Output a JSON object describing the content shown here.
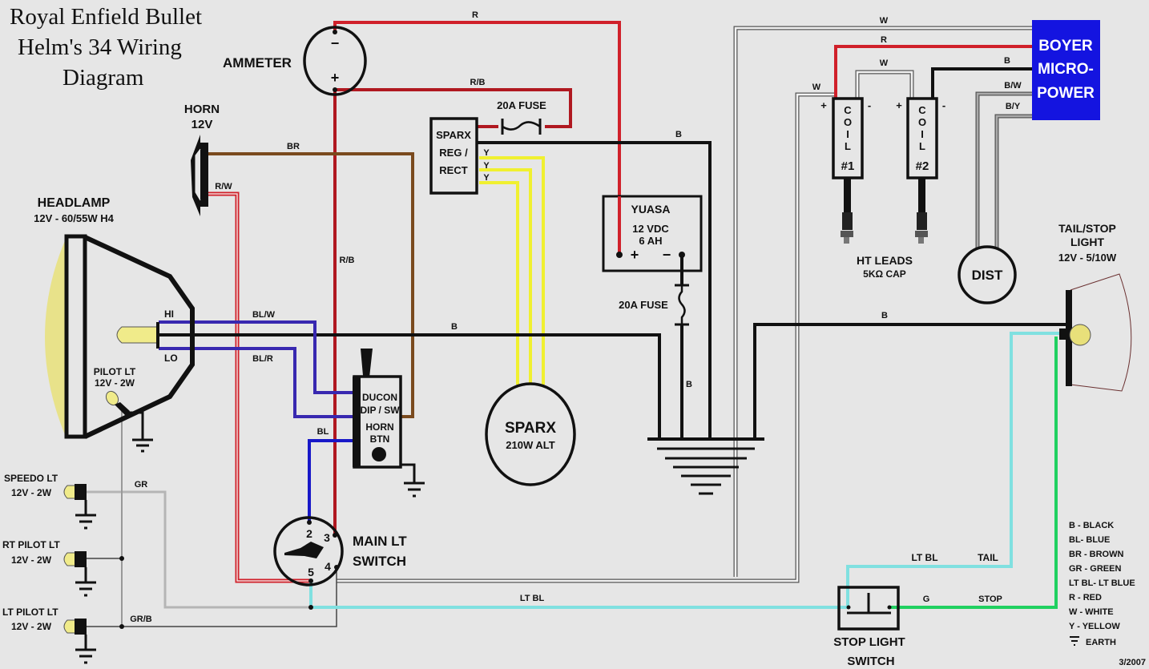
{
  "title": {
    "line1": "Royal Enfield Bullet",
    "line2": "Helm's 34 Wiring",
    "line3": "Diagram"
  },
  "components": {
    "ammeter": {
      "label": "AMMETER",
      "minus": "−",
      "plus": "+"
    },
    "horn": {
      "line1": "HORN",
      "line2": "12V"
    },
    "headlamp": {
      "line1": "HEADLAMP",
      "line2": "12V - 60/55W H4",
      "hi": "HI",
      "lo": "LO"
    },
    "pilot_lt": {
      "line1": "PILOT LT",
      "line2": "12V - 2W"
    },
    "regulator": {
      "line1": "SPARX",
      "line2": "REG /",
      "line3": "RECT"
    },
    "fuse_top": {
      "label": "20A FUSE"
    },
    "battery": {
      "line1": "YUASA",
      "line2": "12 VDC",
      "line3": "6 AH",
      "plus": "+",
      "minus": "−"
    },
    "fuse_battery": {
      "label": "20A FUSE"
    },
    "alternator": {
      "line1": "SPARX",
      "line2": "210W ALT"
    },
    "dip_switch": {
      "line1": "DUCON",
      "line2": "DIP / SW",
      "line3": "HORN",
      "line4": "BTN"
    },
    "main_switch": {
      "line1": "MAIN LT",
      "line2": "SWITCH",
      "terminals": [
        "2",
        "3",
        "4",
        "5"
      ]
    },
    "speedo_lt": {
      "line1": "SPEEDO LT",
      "line2": "12V - 2W"
    },
    "rt_pilot_lt": {
      "line1": "RT PILOT LT",
      "line2": "12V - 2W"
    },
    "lt_pilot_lt": {
      "line1": "LT PILOT LT",
      "line2": "12V - 2W"
    },
    "boyer": {
      "line1": "BOYER",
      "line2": "MICRO-",
      "line3": "POWER",
      "color": "#1414e0"
    },
    "coil1": {
      "letters": [
        "C",
        "O",
        "I",
        "L"
      ],
      "num": "#1",
      "plus": "+",
      "minus": "-"
    },
    "coil2": {
      "letters": [
        "C",
        "O",
        "I",
        "L"
      ],
      "num": "#2",
      "plus": "+",
      "minus": "-"
    },
    "ht_leads": {
      "line1": "HT LEADS",
      "line2": "5KΩ  CAP"
    },
    "dist": {
      "label": "DIST"
    },
    "tail_stop": {
      "line1": "TAIL/STOP",
      "line2": "LIGHT",
      "line3": "12V - 5/10W"
    },
    "stop_switch": {
      "line1": "STOP LIGHT",
      "line2": "SWITCH"
    }
  },
  "wire_labels": {
    "r_top": "R",
    "rb_top": "R/B",
    "br": "BR",
    "rw": "R/W",
    "rb_vert": "R/B",
    "b_reg": "B",
    "y1": "Y",
    "y2": "Y",
    "y3": "Y",
    "blw": "BL/W",
    "blr": "BL/R",
    "b_main": "B",
    "bl": "BL",
    "b_fuse": "B",
    "gr": "GR",
    "grb": "GR/B",
    "ltbl_bottom": "LT BL",
    "ltbl_tail": "LT BL",
    "tail": "TAIL",
    "g": "G",
    "stop": "STOP",
    "w_top": "W",
    "r_boyer": "R",
    "w_coils": "W",
    "w_left": "W",
    "b_boyer": "B",
    "bw": "B/W",
    "by": "B/Y",
    "b_tail": "B"
  },
  "legend": {
    "items": [
      "B - BLACK",
      "BL- BLUE",
      "BR - BROWN",
      "GR - GREEN",
      "LT BL- LT BLUE",
      "R - RED",
      "W - WHITE",
      "Y - YELLOW"
    ],
    "earth": "EARTH"
  },
  "date": "3/2007",
  "wire_colors": {
    "red": "#d0202a",
    "black": "#111111",
    "brown": "#7a4a1e",
    "blue": "#2020c8",
    "purple_blue": "#4030b0",
    "yellow": "#f0f030",
    "light_blue": "#80e0e0",
    "green": "#20d060",
    "grey": "#b0b0b0",
    "dark_grey": "#555555"
  }
}
